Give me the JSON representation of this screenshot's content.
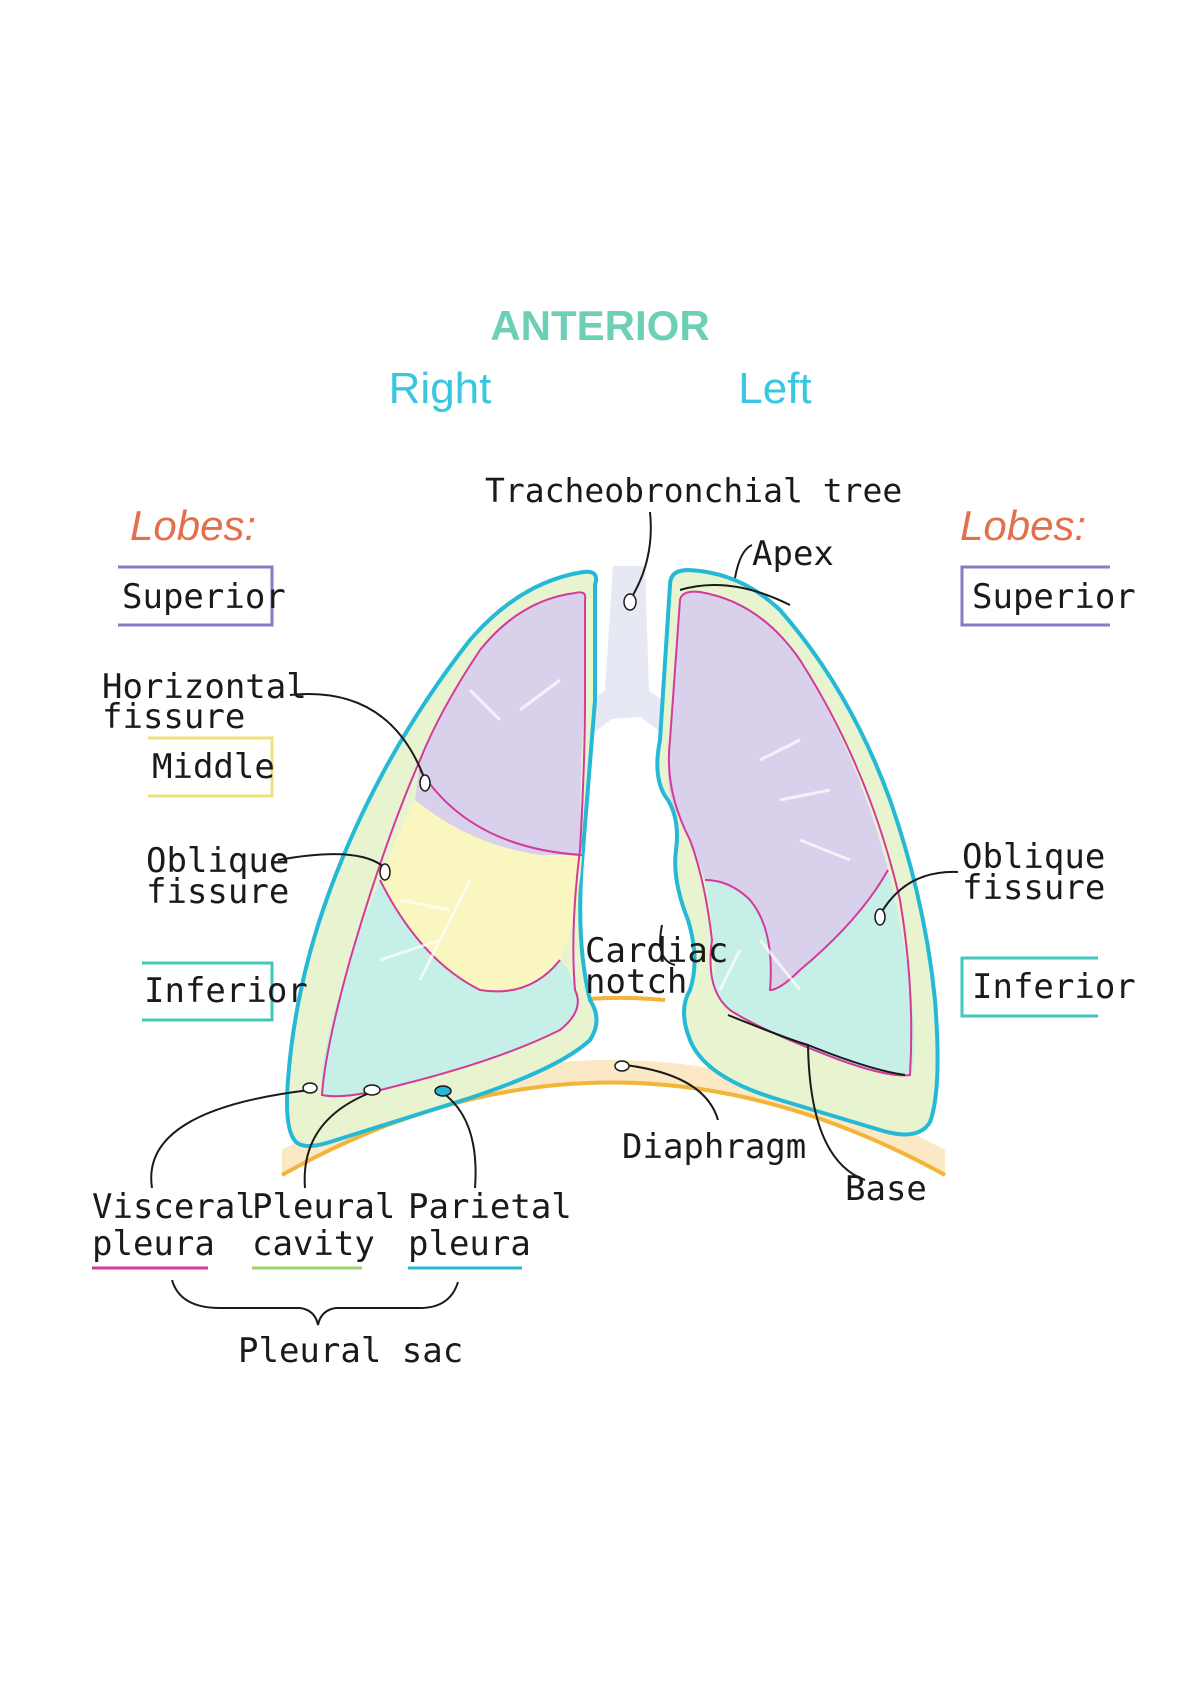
{
  "header": {
    "view": "ANTERIOR",
    "right": "Right",
    "left": "Left"
  },
  "lobes_heading_right": "Lobes:",
  "lobes_heading_left": "Lobes:",
  "right_lung": {
    "lobes": [
      "Superior",
      "Middle",
      "Inferior"
    ],
    "fissures": {
      "horizontal_line1": "Horizontal",
      "horizontal_line2": "fissure",
      "oblique_line1": "Oblique",
      "oblique_line2": "fissure"
    }
  },
  "left_lung": {
    "lobes": [
      "Superior",
      "Inferior"
    ],
    "fissures": {
      "oblique_line1": "Oblique",
      "oblique_line2": "fissure"
    }
  },
  "labels": {
    "trachea": "Tracheobronchial tree",
    "apex": "Apex",
    "cardiac_line1": "Cardiac",
    "cardiac_line2": "notch",
    "diaphragm": "Diaphragm",
    "base": "Base"
  },
  "pleura": {
    "visceral_line1": "Visceral",
    "visceral_line2": "pleura",
    "cavity_line1": "Pleural",
    "cavity_line2": "cavity",
    "parietal_line1": "Parietal",
    "parietal_line2": "pleura",
    "sac": "Pleural sac"
  },
  "colors": {
    "view_title": "#6ccfb6",
    "side_labels": "#38c6e0",
    "lobes_heading": "#e2704a",
    "superior": "#8a7ac4",
    "middle": "#efe27a",
    "inferior": "#42c7bd",
    "parietal": "#25b9d6",
    "visceral": "#d43a9a",
    "diaphragm": "#f2b53a",
    "pleural_cavity_fill": "#e8f4cf"
  }
}
